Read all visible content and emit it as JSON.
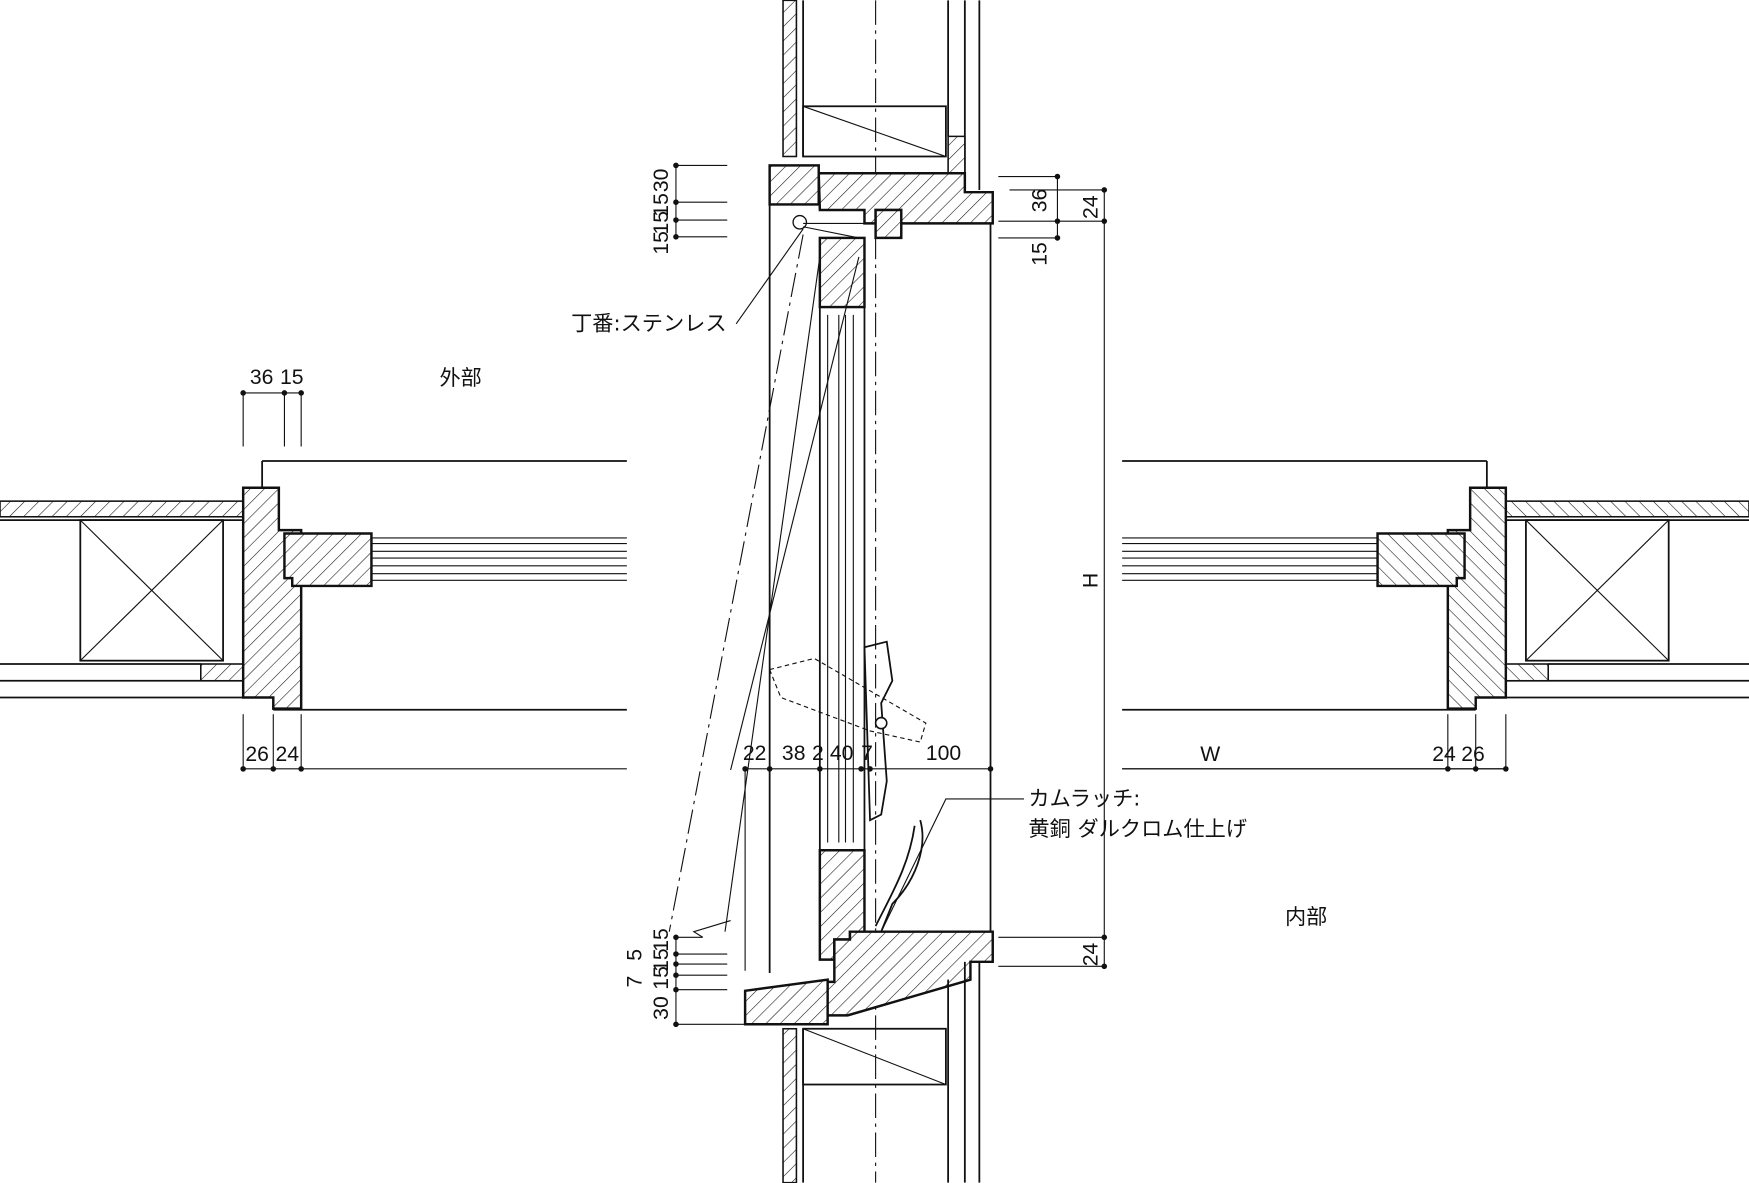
{
  "drawing": {
    "labels": {
      "exterior": "外部",
      "interior": "内部",
      "hinge": "丁番:ステンレス",
      "cam_latch_line1": "カムラッチ:",
      "cam_latch_line2": "黄銅 ダルクロム仕上げ",
      "height": "H",
      "width": "W"
    },
    "dimensions": {
      "left_top": [
        "36",
        "15"
      ],
      "left_bottom": [
        "26",
        "24"
      ],
      "right_bottom": [
        "24",
        "26"
      ],
      "center_row": [
        "22",
        "38",
        "2",
        "40",
        "7",
        "100"
      ],
      "head_left": [
        "30",
        "15",
        "15",
        "15"
      ],
      "head_right": [
        "36",
        "15",
        "24"
      ],
      "sill_left": [
        "15",
        "15",
        "7",
        "5",
        "15",
        "30"
      ],
      "sill_right": "24"
    },
    "colors": {
      "line": "#111111",
      "background": "#ffffff"
    }
  }
}
